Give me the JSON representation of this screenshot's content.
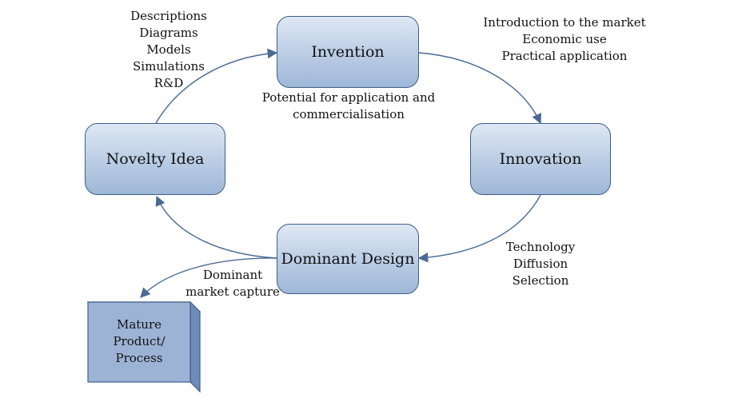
{
  "nodes": {
    "invention": "Invention",
    "innovation": "Innovation",
    "dominant_design": "Dominant Design",
    "novelty_idea": "Novelty Idea",
    "mature": [
      "Mature",
      "Product/",
      "Process"
    ]
  },
  "notes": {
    "novelty_to_invention": [
      "Descriptions",
      "Diagrams",
      "Models",
      "Simulations",
      "R&D"
    ],
    "invention_to_innovation": [
      "Introduction to the market",
      "Economic use",
      "Practical application"
    ],
    "invention_potential": [
      "Potential for application and",
      "commercialisation"
    ],
    "innovation_to_dominant": [
      "Technology",
      "Diffusion",
      "Selection"
    ],
    "dominant_to_mature": [
      "Dominant",
      "market capture"
    ]
  },
  "colors": {
    "box_border": "#3f5e86",
    "box_fill_top": "#dfe8f4",
    "box_fill_bottom": "#9fb7d7",
    "arrow": "#4a6a94",
    "cube_front": "#9db3d6",
    "cube_side": "#6f8bb8"
  }
}
